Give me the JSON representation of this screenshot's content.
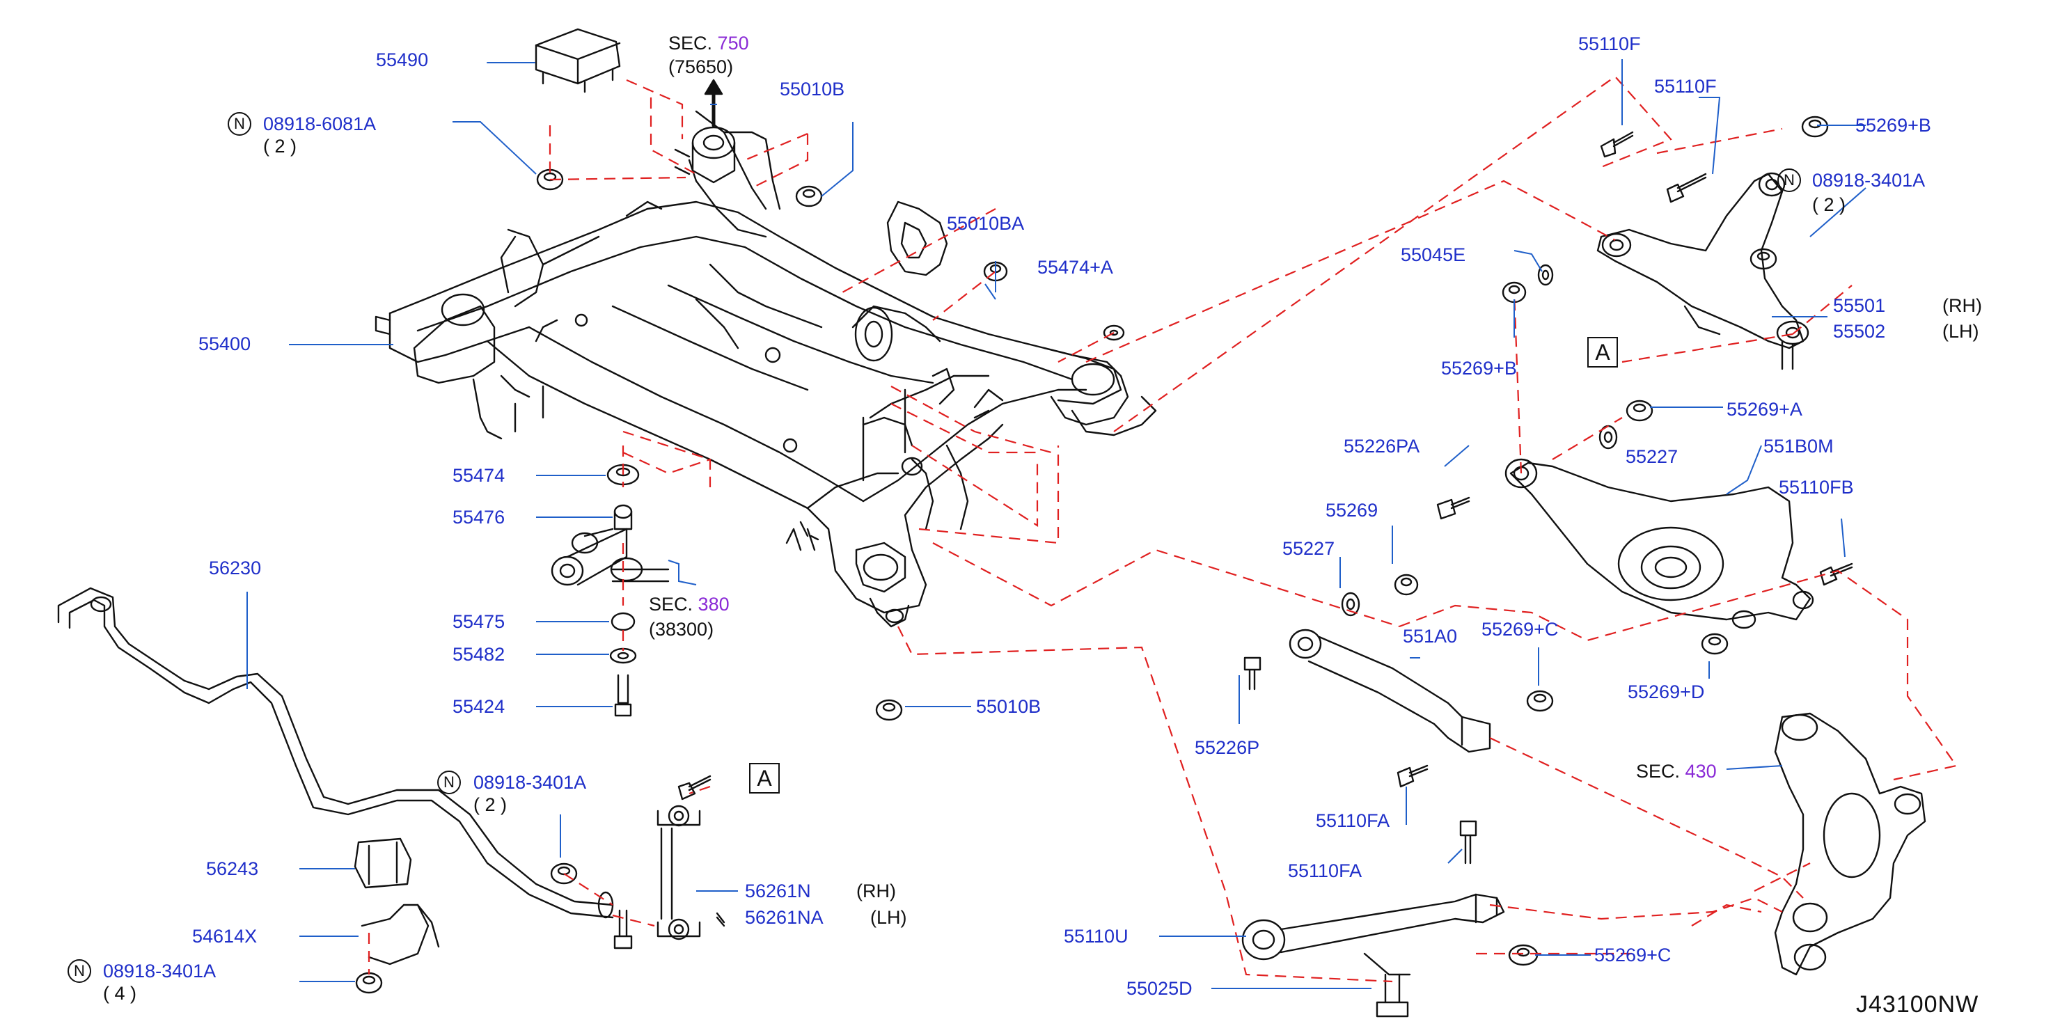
{
  "drawing_number": "J43100NW",
  "colors": {
    "part_label": "#1f2fc9",
    "section_number": "#8a2ad6",
    "dashed_line": "#e02020",
    "leader_line": "#1f5fc9"
  },
  "sections": [
    {
      "prefix": "SEC.",
      "number": "750",
      "sub": "(75650)"
    },
    {
      "prefix": "SEC.",
      "number": "380",
      "sub": "(38300)"
    },
    {
      "prefix": "SEC.",
      "number": "430"
    }
  ],
  "notes": [
    {
      "symbol": "N",
      "part": "08918-6081A",
      "qty": "( 2 )"
    },
    {
      "symbol": "N",
      "part": "08918-3401A",
      "qty": "( 2 )"
    },
    {
      "symbol": "N",
      "part": "08918-3401A",
      "qty": "( 2 )"
    },
    {
      "symbol": "N",
      "part": "08918-3401A",
      "qty": "( 4 )"
    }
  ],
  "ref_marks": [
    "A",
    "A"
  ],
  "labels": [
    "55490",
    "55010B",
    "55400",
    "55010BA",
    "55474+A",
    "55474",
    "55476",
    "55475",
    "55482",
    "55424",
    "55010B",
    "56230",
    "56243",
    "54614X",
    "56261N",
    "56261NA",
    "(RH)",
    "(LH)",
    "55110F",
    "55110F",
    "55269+B",
    "55045E",
    "55269+B",
    "55501",
    "55502",
    "(RH)",
    "(LH)",
    "55269+A",
    "55226PA",
    "55227",
    "551B0M",
    "55110FB",
    "55269",
    "55227",
    "551A0",
    "55269+C",
    "55226P",
    "55269+D",
    "55110FA",
    "55110FA",
    "55110U",
    "55025D",
    "55269+C"
  ]
}
